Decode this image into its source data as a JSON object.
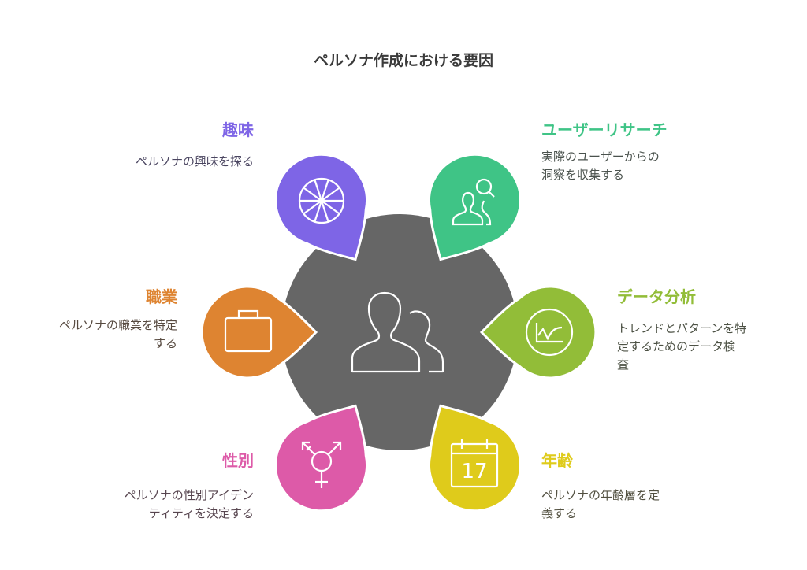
{
  "title": "ペルソナ作成における要因",
  "center": {
    "icon": "users-icon",
    "color": "#666666"
  },
  "factors": [
    {
      "id": "interest",
      "title": "趣味",
      "desc": [
        "ペルソナの興味を探る"
      ],
      "color": "#7E65E6",
      "text_color": "#4A4560",
      "icon": "wheel-icon"
    },
    {
      "id": "user-research",
      "title": "ユーザーリサーチ",
      "desc": [
        "実際のユーザーからの",
        "洞察を収集する"
      ],
      "color": "#3FC486",
      "text_color": "#4A524D",
      "icon": "user-search-icon"
    },
    {
      "id": "occupation",
      "title": "職業",
      "desc": [
        "ペルソナの職業を特定",
        "する"
      ],
      "color": "#DE8431",
      "text_color": "#574A40",
      "icon": "briefcase-icon"
    },
    {
      "id": "data-analysis",
      "title": "データ分析",
      "desc": [
        "トレンドとパターンを特",
        "定するためのデータ検",
        "査"
      ],
      "color": "#92BD38",
      "text_color": "#4D5245",
      "icon": "chart-icon"
    },
    {
      "id": "gender",
      "title": "性別",
      "desc": [
        "ペルソナの性別アイデン",
        "ティティを決定する"
      ],
      "color": "#DD5AA8",
      "text_color": "#57454F",
      "icon": "gender-icon"
    },
    {
      "id": "age",
      "title": "年齢",
      "desc": [
        "ペルソナの年齢層を定",
        "義する"
      ],
      "color": "#DFCB1B",
      "text_color": "#525040",
      "icon": "calendar-icon",
      "icon_text": "17"
    }
  ]
}
